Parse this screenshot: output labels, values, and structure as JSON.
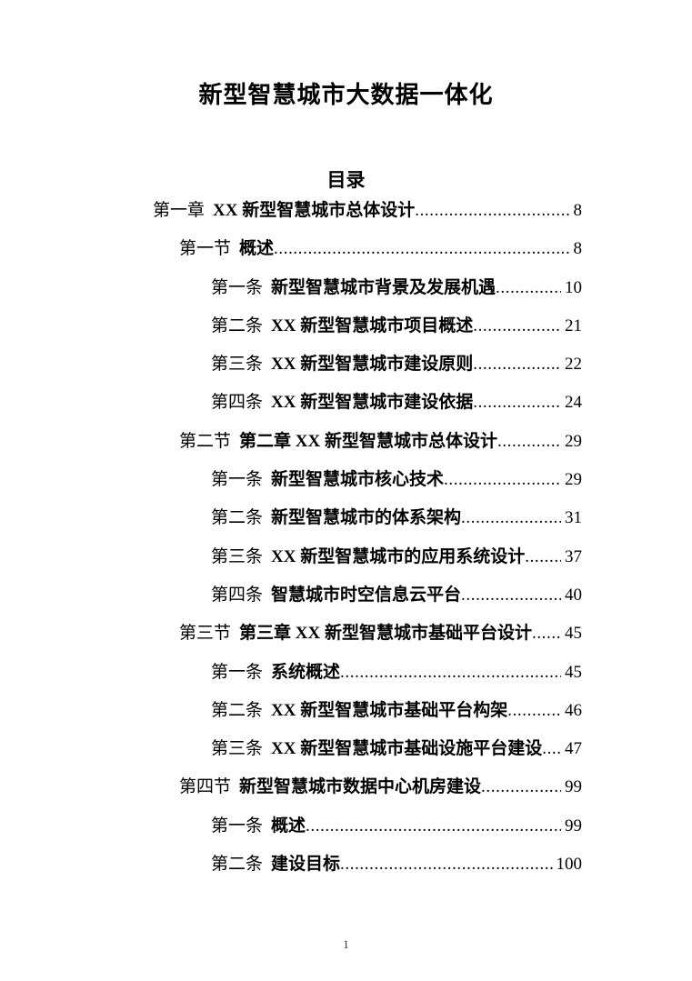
{
  "document": {
    "title": "新型智慧城市大数据一体化"
  },
  "toc": {
    "heading": "目录",
    "entries": [
      {
        "level": 1,
        "prefix": "第一章",
        "title": "XX 新型智慧城市总体设计",
        "page": "8"
      },
      {
        "level": 2,
        "prefix": "第一节",
        "title": "概述",
        "page": "8"
      },
      {
        "level": 3,
        "prefix": "第一条",
        "title": "新型智慧城市背景及发展机遇",
        "page": "10"
      },
      {
        "level": 3,
        "prefix": "第二条",
        "title": "XX 新型智慧城市项目概述",
        "page": "21"
      },
      {
        "level": 3,
        "prefix": "第三条",
        "title": "XX 新型智慧城市建设原则",
        "page": "22"
      },
      {
        "level": 3,
        "prefix": "第四条",
        "title": "XX 新型智慧城市建设依据",
        "page": "24"
      },
      {
        "level": 2,
        "prefix": "第二节",
        "title": "第二章 XX 新型智慧城市总体设计",
        "page": "29"
      },
      {
        "level": 3,
        "prefix": "第一条",
        "title": "新型智慧城市核心技术",
        "page": "29"
      },
      {
        "level": 3,
        "prefix": "第二条",
        "title": "新型智慧城市的体系架构",
        "page": "31"
      },
      {
        "level": 3,
        "prefix": "第三条",
        "title": "XX 新型智慧城市的应用系统设计",
        "page": "37"
      },
      {
        "level": 3,
        "prefix": "第四条",
        "title": "智慧城市时空信息云平台",
        "page": "40"
      },
      {
        "level": 2,
        "prefix": "第三节",
        "title": "第三章 XX 新型智慧城市基础平台设计",
        "page": "45"
      },
      {
        "level": 3,
        "prefix": "第一条",
        "title": "系统概述",
        "page": "45"
      },
      {
        "level": 3,
        "prefix": "第二条",
        "title": "XX 新型智慧城市基础平台构架",
        "page": "46"
      },
      {
        "level": 3,
        "prefix": "第三条",
        "title": "XX 新型智慧城市基础设施平台建设",
        "page": "47"
      },
      {
        "level": 2,
        "prefix": "第四节",
        "title": "新型智慧城市数据中心机房建设",
        "page": "99"
      },
      {
        "level": 3,
        "prefix": "第一条",
        "title": "概述",
        "page": "99"
      },
      {
        "level": 3,
        "prefix": "第二条",
        "title": "建设目标",
        "page": "100"
      }
    ]
  },
  "footer": {
    "page_number": "1"
  },
  "colors": {
    "background": "#ffffff",
    "text": "#000000"
  }
}
